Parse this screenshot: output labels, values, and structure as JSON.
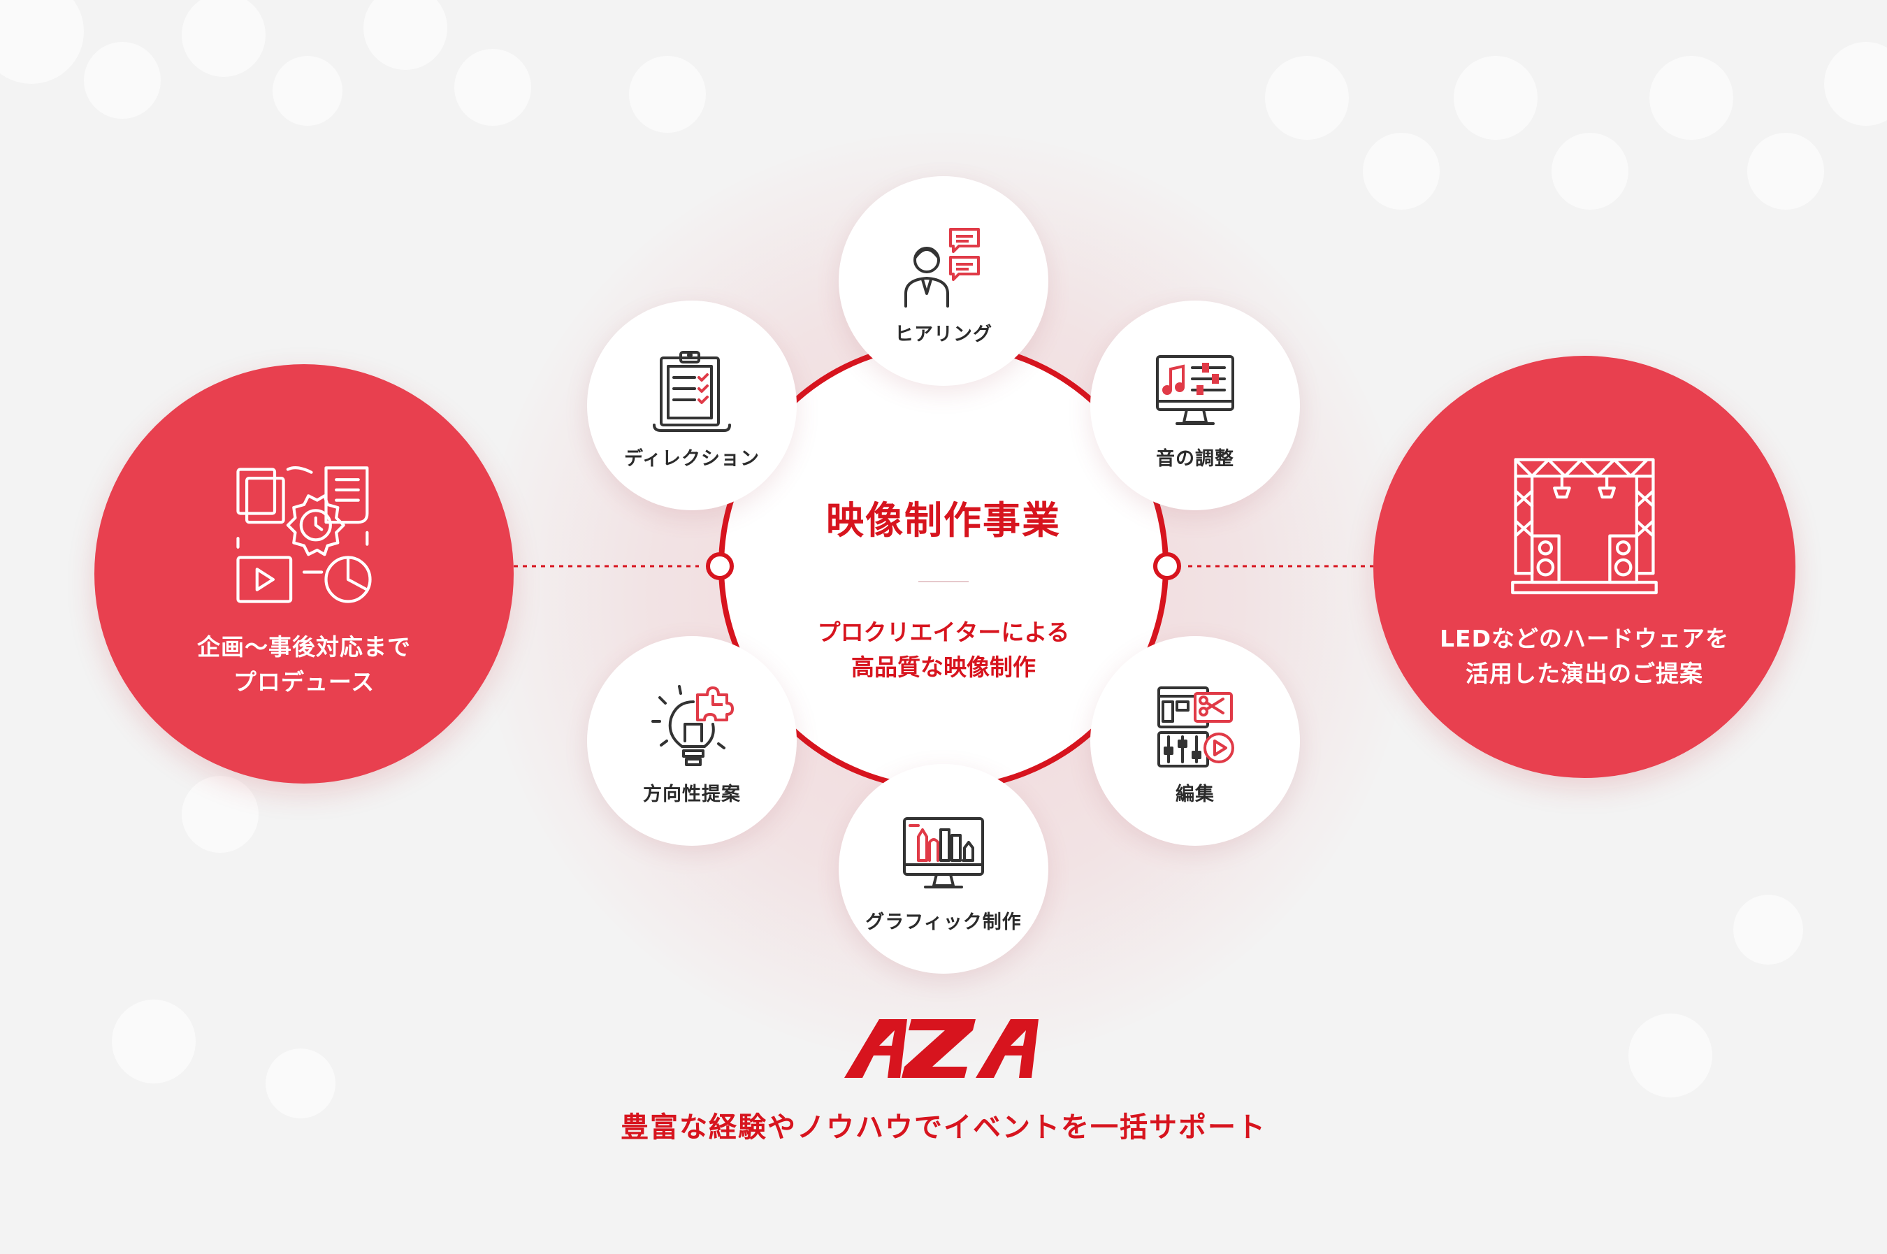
{
  "center": {
    "title": "映像制作事業",
    "subtitle_line1": "プロクリエイターによる",
    "subtitle_line2": "高品質な映像制作"
  },
  "services": [
    {
      "label": "ヒアリング",
      "icon": "consultation-person-icon"
    },
    {
      "label": "音の調整",
      "icon": "sound-mixing-monitor-icon"
    },
    {
      "label": "編集",
      "icon": "video-editing-icon"
    },
    {
      "label": "グラフィック制作",
      "icon": "graphic-design-monitor-icon"
    },
    {
      "label": "方向性提案",
      "icon": "idea-bulb-puzzle-icon"
    },
    {
      "label": "ディレクション",
      "icon": "clipboard-checklist-icon"
    }
  ],
  "left_feature": {
    "line1": "企画〜事後対応まで",
    "line2": "プロデュース",
    "icon": "planning-workflow-gear-icon"
  },
  "right_feature": {
    "line1": "LEDなどのハードウェアを",
    "line2": "活用した演出のご提案",
    "icon": "stage-truss-speakers-icon"
  },
  "brand": {
    "logo_text": "AZA",
    "tagline": "豊富な経験やノウハウでイベントを一括サポート"
  },
  "colors": {
    "accent": "#d7141e",
    "feature_fill": "#e8404f",
    "background": "#f3f3f3"
  }
}
